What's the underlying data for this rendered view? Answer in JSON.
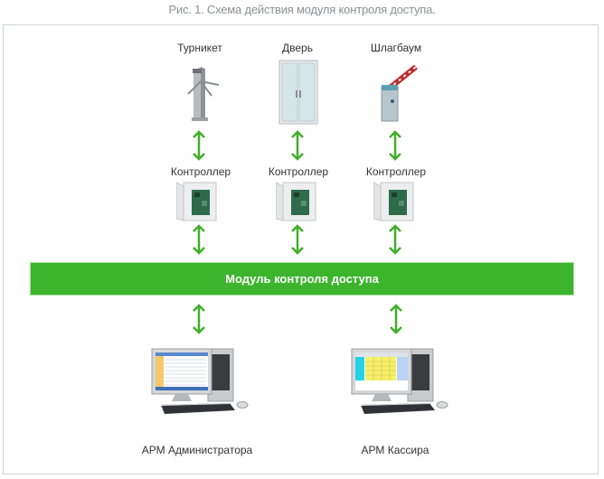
{
  "caption": "Рис. 1. Схема действия модуля контроля доступа.",
  "colors": {
    "accent_green": "#3cb52d",
    "arrow_green": "#3fae2a",
    "frame": "#cfd2d6"
  },
  "devices": [
    {
      "label": "Турникет",
      "icon": "turnstile-icon"
    },
    {
      "label": "Дверь",
      "icon": "door-icon"
    },
    {
      "label": "Шлагбаум",
      "icon": "barrier-gate-icon"
    }
  ],
  "controllers": [
    {
      "label": "Контроллер",
      "icon": "controller-box-icon"
    },
    {
      "label": "Контроллер",
      "icon": "controller-box-icon"
    },
    {
      "label": "Контроллер",
      "icon": "controller-box-icon"
    }
  ],
  "module": {
    "label": "Модуль контроля доступа"
  },
  "workstations": [
    {
      "label": "АРМ Администратора",
      "icon": "computer-workstation-icon"
    },
    {
      "label": "АРМ Кассира",
      "icon": "computer-workstation-icon"
    }
  ]
}
